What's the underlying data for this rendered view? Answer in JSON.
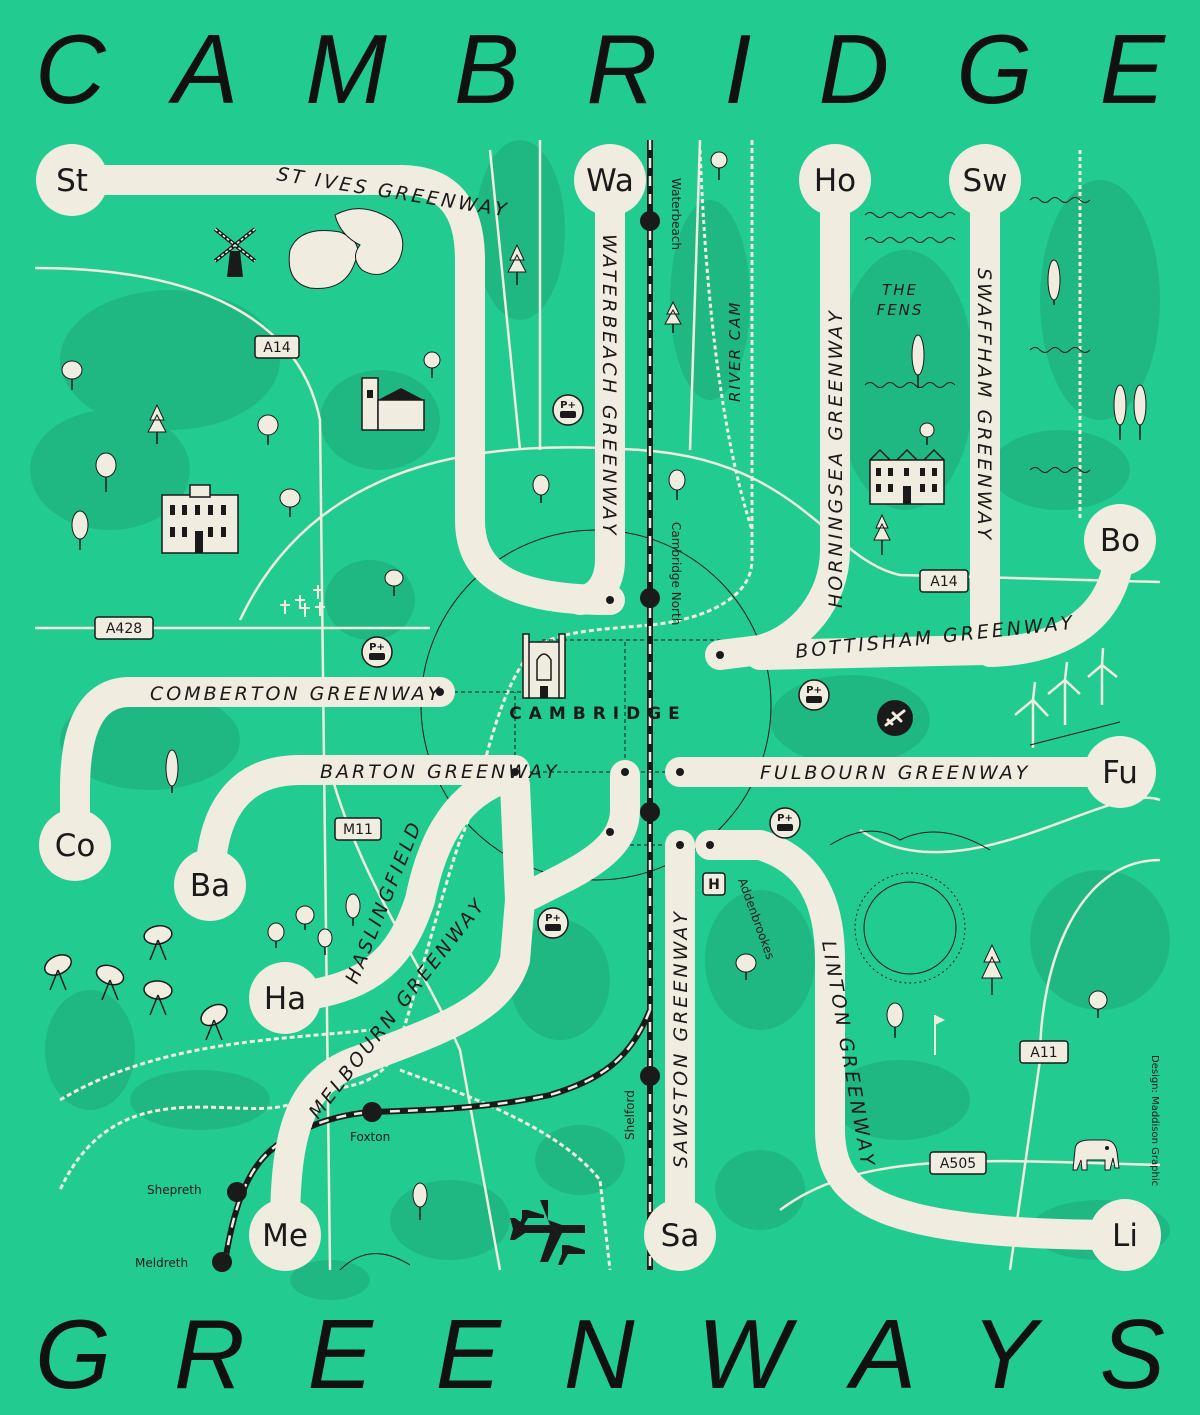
{
  "title": {
    "top": "CAMBRIDGE",
    "bottom": "GREENWAYS"
  },
  "colors": {
    "background": "#22cc90",
    "path": "#f0ecdf",
    "ink": "#1a1a1a",
    "texture": "#1fb882"
  },
  "city": {
    "label": "CAMBRIDGE",
    "icon": "kings-college-chapel-icon"
  },
  "nodes": {
    "st": "St",
    "wa": "Wa",
    "ho": "Ho",
    "sw": "Sw",
    "bo": "Bo",
    "fu": "Fu",
    "co": "Co",
    "ba": "Ba",
    "ha": "Ha",
    "me": "Me",
    "sa": "Sa",
    "li": "Li"
  },
  "greenways": {
    "st_ives": "ST IVES GREENWAY",
    "waterbeach": "WATERBEACH GREENWAY",
    "horningsea": "HORNINGSEA GREENWAY",
    "swaffham": "SWAFFHAM GREENWAY",
    "bottisham": "BOTTISHAM GREENWAY",
    "fulbourn": "FULBOURN GREENWAY",
    "comberton": "COMBERTON GREENWAY",
    "barton": "BARTON GREENWAY",
    "haslingfield": "HASLINGFIELD",
    "melbourn": "MELBOURN GREENWAY",
    "sawston": "SAWSTON GREENWAY",
    "linton": "LINTON GREENWAY"
  },
  "stations": {
    "waterbeach": "Waterbeach",
    "cambridge_north": "Cambridge North",
    "shelford": "Shelford",
    "foxton": "Foxton",
    "shepreth": "Shepreth",
    "meldreth": "Meldreth"
  },
  "roads": {
    "a14_west": "A14",
    "a14_east": "A14",
    "a428": "A428",
    "m11": "M11",
    "a11": "A11",
    "a505": "A505"
  },
  "places": {
    "river_cam": "RIVER CAM",
    "the_fens_1": "THE",
    "the_fens_2": "FENS",
    "addenbrookes": "Addenbrookes",
    "hospital": "H"
  },
  "park_and_ride": "P+",
  "credit": "Design: Maddison Graphic",
  "icons": [
    "windmill-icon",
    "church-icon",
    "manor-house-icon",
    "tree-icon",
    "park-and-ride-icon",
    "airport-icon",
    "wind-turbine-icon",
    "telescope-dish-icon",
    "golf-flag-icon",
    "elephant-icon",
    "aircraft-icon",
    "hospital-icon"
  ]
}
